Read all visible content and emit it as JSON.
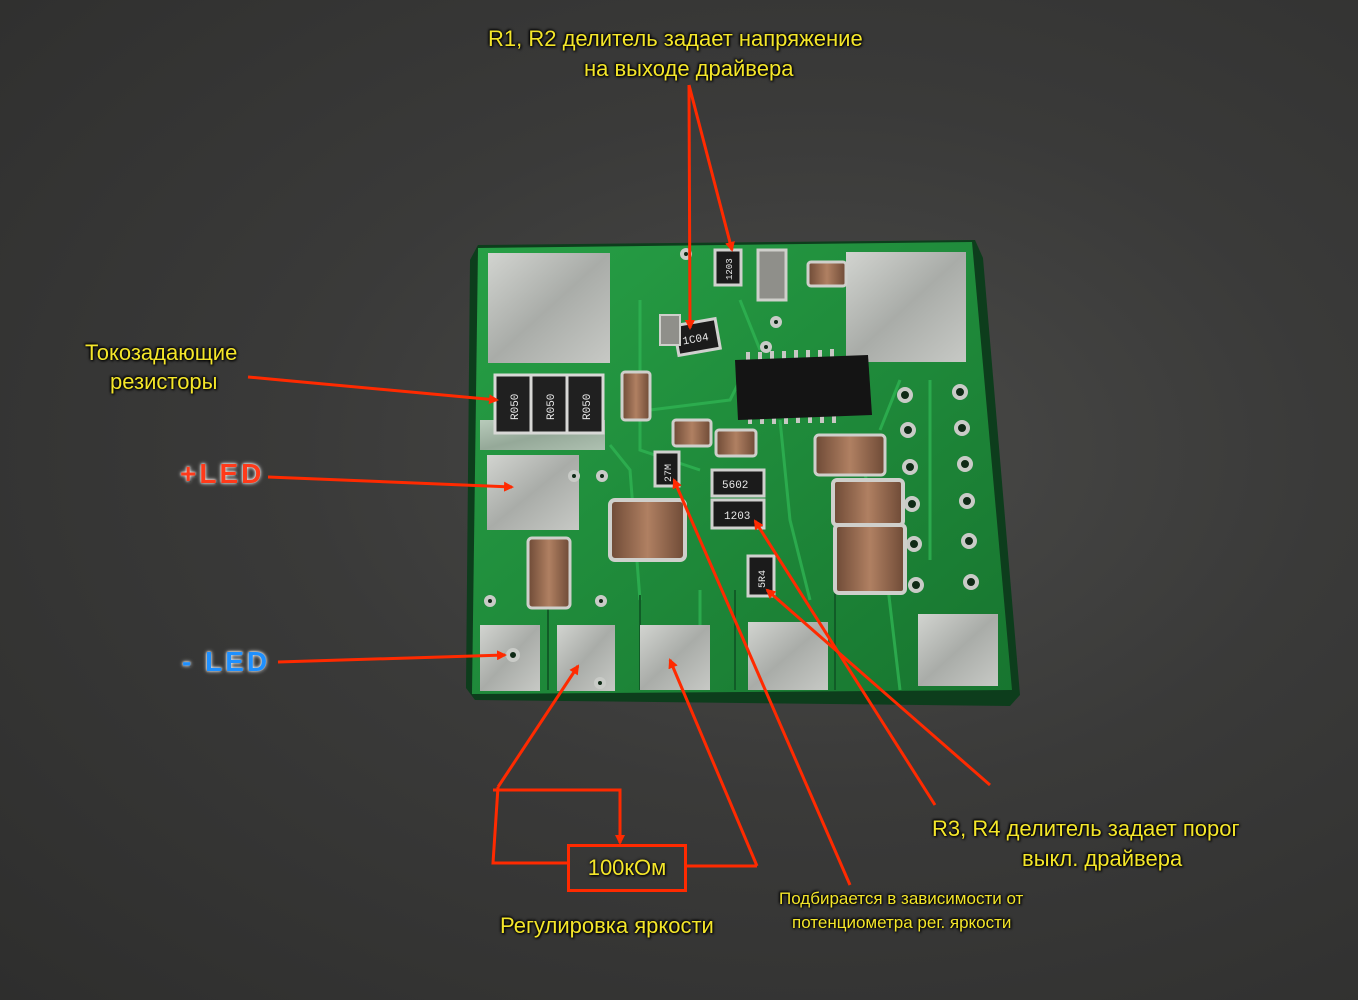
{
  "annotations": {
    "r1r2_line1": "R1, R2 делитель задает напряжение",
    "r1r2_line2": "на выходе драйвера",
    "current_line1": "Токозадающие",
    "current_line2": "резисторы",
    "led_plus": "+LED",
    "led_minus": "- LED",
    "r3r4_line1": "R3, R4 делитель задает порог",
    "r3r4_line2": "выкл. драйвера",
    "pot_value": "100кОм",
    "brightness": "Регулировка яркости",
    "selected_line1": "Подбирается в зависимости от",
    "selected_line2": "потенциометра рег. яркости"
  },
  "component_marks": {
    "r050_a": "R050",
    "r050_b": "R050",
    "r050_c": "R050",
    "res_1203_top": "1203",
    "res_1c04": "1C04",
    "res_27m": "27M",
    "res_5602": "5602",
    "res_1203_mid": "1203",
    "res_5r4": "5R4"
  },
  "colors": {
    "arrow": "#ff2a00",
    "label_text": "#f4e62a",
    "pcb_green": "#1f8a3c",
    "pad_silver": "#b9bcb8",
    "led_plus": "#ff3a1a",
    "led_minus": "#1e90ff"
  }
}
